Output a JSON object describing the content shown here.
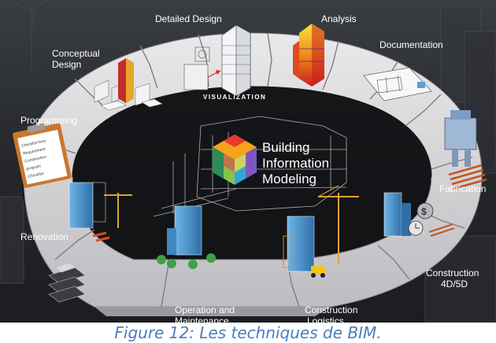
{
  "figure": {
    "center_title_lines": [
      "Building",
      "Information",
      "Modeling"
    ],
    "ring_label": "VISUALIZATION",
    "stages": {
      "detailed_design": "Detailed Design",
      "analysis": "Analysis",
      "conceptual_design": [
        "Conceptual",
        "Design"
      ],
      "documentation": "Documentation",
      "programming": "Programming",
      "fabrication": "Fabrication",
      "renovation": "Renovation",
      "construction_4d5d": [
        "Construction",
        "4D/5D"
      ],
      "operation_maintenance": [
        "Operation and",
        "Maintenance"
      ],
      "construction_logistics": [
        "Construction",
        "Logistics"
      ]
    },
    "clipboard_lines": [
      "Checklist here",
      "Requirement",
      "Construction",
      "program",
      "Checklist"
    ],
    "colors": {
      "background": "#2a2c30",
      "ring": "#d9d9dc",
      "ring_shadow": "#1b1b1d",
      "caption": "#4a7dbd",
      "logo": [
        "#e63a2e",
        "#f7a21b",
        "#f4e03c",
        "#8bc34a",
        "#2fa7d8",
        "#7e57c2"
      ]
    }
  },
  "caption": "Figure 12: Les techniques de BIM."
}
